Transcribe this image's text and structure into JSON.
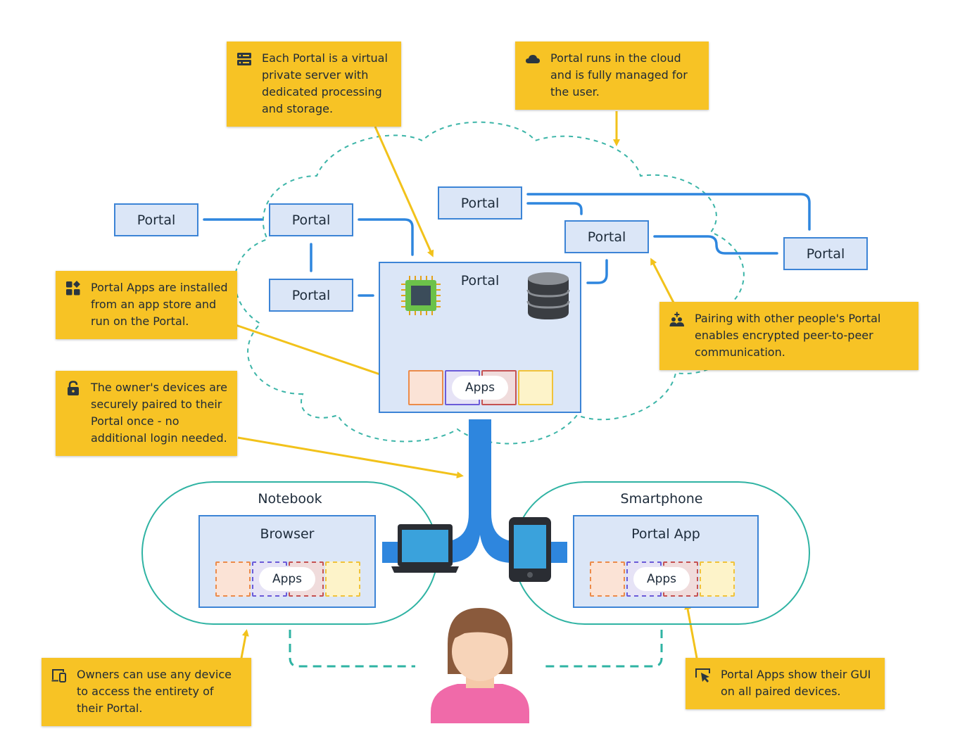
{
  "portals": {
    "left_far": "Portal",
    "left_top": "Portal",
    "left_bottom": "Portal",
    "center": "Portal",
    "right_top": "Portal",
    "right_mid": "Portal",
    "right_far": "Portal"
  },
  "center_apps_label": "Apps",
  "devices": {
    "notebook": {
      "title": "Notebook",
      "panel": "Browser",
      "apps": "Apps"
    },
    "smartphone": {
      "title": "Smartphone",
      "panel": "Portal App",
      "apps": "Apps"
    }
  },
  "notes": {
    "vps": "Each Portal is a virtual private server with dedicated processing and storage.",
    "cloud": "Portal runs in the cloud and is fully managed for the user.",
    "apps_installed": "Portal Apps are installed from an app store and run on the Portal.",
    "pairing": "Pairing with other people's Portal enables encrypted peer-to-peer communication.",
    "owner_devices": "The owner's devices are securely paired to their Portal once - no additional login needed.",
    "any_device": "Owners can use any device to access the entirety of their Portal.",
    "gui": "Portal Apps show their GUI on all paired devices."
  },
  "icons": {
    "vps": "server-icon",
    "cloud": "cloud-icon",
    "apps_installed": "apps-grid-icon",
    "pairing": "add-user-group-icon",
    "owner_devices": "lock-icon",
    "any_device": "devices-icon",
    "gui": "cursor-window-icon",
    "chip": "cpu-chip-icon",
    "database": "database-icon"
  },
  "colors": {
    "note_bg": "#f7c325",
    "portal_fill": "#dbe6f7",
    "portal_border": "#3c84d6",
    "link_blue": "#2e86de",
    "cloud_dash": "#3cb5a8",
    "arrow_yellow": "#f2c21b",
    "person_shirt": "#f06aa9",
    "person_hair": "#8a5a3c"
  }
}
